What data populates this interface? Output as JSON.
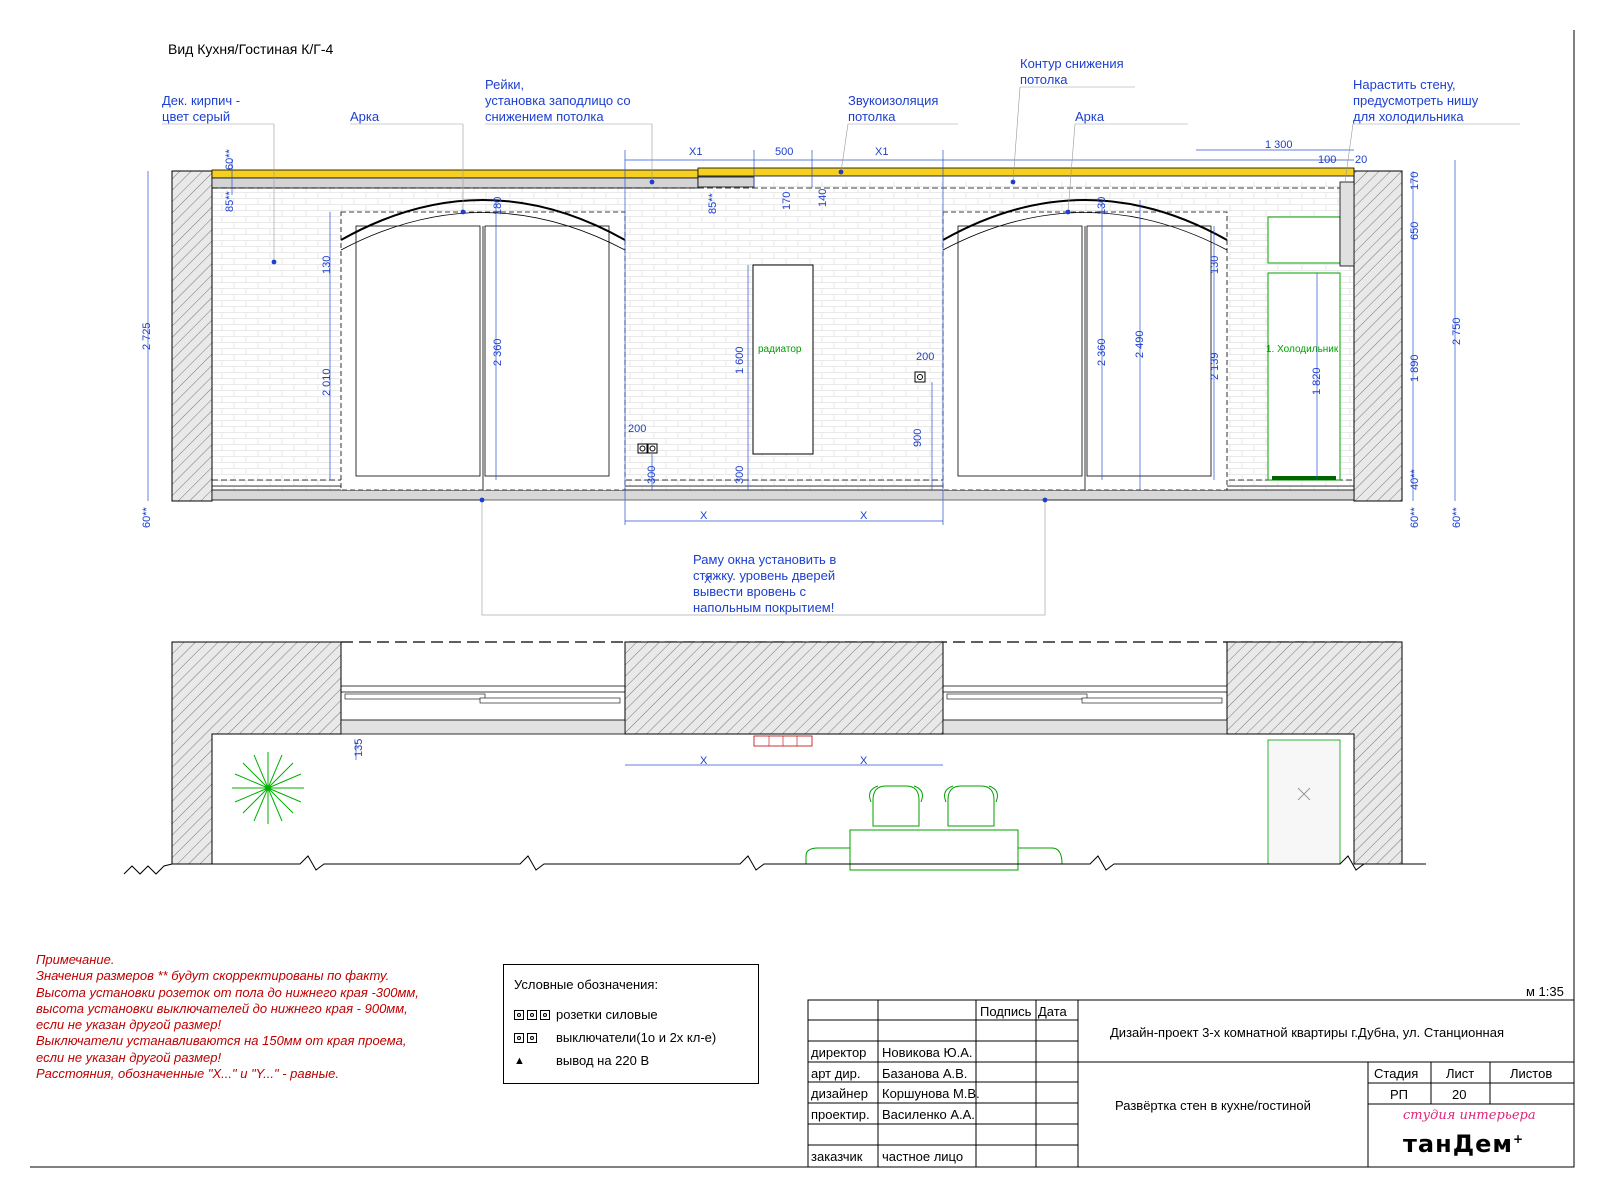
{
  "view_title": "Вид Кухня/Гостиная К/Г-4",
  "callouts": {
    "brick": [
      "Дек. кирпич -",
      "цвет серый"
    ],
    "arch_left": "Арка",
    "slats": [
      "Рейки,",
      "установка заподлицо со",
      "снижением потолка"
    ],
    "soundproof": [
      "Звукоизоляция",
      "потолка"
    ],
    "ceiling_contour": [
      "Контур снижения",
      "потолка"
    ],
    "arch_right": "Арка",
    "wall_extend": [
      "Нарастить стену,",
      "предусмотреть нишу",
      "для холодильника"
    ],
    "window_frame": [
      "Раму окна установить в",
      "стяжку. уровень дверей",
      "вывести вровень с",
      "напольным покрытием!"
    ]
  },
  "labels": {
    "radiator": "радиатор",
    "fridge": "1. Холодильник"
  },
  "dimensions": {
    "top_x1_left": "X1",
    "top_500": "500",
    "top_x1_right": "X1",
    "top_1300": "1 300",
    "top_100": "100",
    "top_20": "20",
    "left_60": "60**",
    "left_85": "85**",
    "left_2725": "2 725",
    "left_60_bottom": "60**",
    "arch_130_left": "130",
    "arch_2010": "2 010",
    "arch_180_left": "180",
    "arch_2360_left": "2 360",
    "mid_85": "85**",
    "mid_170": "170",
    "mid_140": "140",
    "mid_1600": "1 600",
    "mid_300_a": "300",
    "mid_300_b": "300",
    "socket_200_a": "200",
    "socket_200_b": "200",
    "mid_900": "900",
    "arch_130_right": "130",
    "arch_2360_right": "2 360",
    "arch_2490": "2 490",
    "arch_130_right2": "130",
    "arch_2139": "2 139",
    "fridge_1820": "1 820",
    "right_170": "170",
    "right_650": "650",
    "right_1890": "1 890",
    "right_40": "40**",
    "right_60": "60**",
    "right_2750": "2 750",
    "right_60_b": "60**",
    "floor_x_left": "X",
    "floor_x_right": "X",
    "plan_135": "135",
    "plan_x_left": "X",
    "plan_x_right": "X"
  },
  "notes": {
    "title": "Примечание.",
    "lines": [
      "Значения размеров ** будут скорректированы по факту.",
      "Высота установки розеток от пола до нижнего края -300мм,",
      "высота установки выключателей до нижнего края - 900мм,",
      "если не указан другой размер!",
      "Выключатели устанавливаются на 150мм от края проема,",
      "если не указан другой размер!",
      "Расстояния, обозначенные \"X...\" и \"Y...\" - равные."
    ]
  },
  "legend": {
    "title": "Условные обозначения:",
    "items": [
      {
        "icon": "power-socket-icon",
        "label": "розетки силовые"
      },
      {
        "icon": "switch-icon",
        "label": "выключатели(1о и 2х кл-е)"
      },
      {
        "icon": "triangle-icon",
        "symbol": "▲",
        "label": "вывод на 220 В"
      }
    ]
  },
  "scale": "м 1:35",
  "title_block": {
    "sign_header": "Подпись",
    "date_header": "Дата",
    "roles": [
      {
        "role": "директор",
        "name": "Новикова Ю.А."
      },
      {
        "role": "арт дир.",
        "name": "Базанова А.В."
      },
      {
        "role": "дизайнер",
        "name": "Коршунова М.В."
      },
      {
        "role": "проектир.",
        "name": "Василенко А.А."
      }
    ],
    "client_role": "заказчик",
    "client_name": "частное лицо",
    "project": "Дизайн-проект 3-х комнатной квартиры г.Дубна, ул. Станционная",
    "sheet_title": "Развёртка стен в кухне/гостиной",
    "stage_header": "Стадия",
    "sheet_header": "Лист",
    "sheets_header": "Листов",
    "stage": "РП",
    "sheet": "20",
    "sheets": ""
  },
  "logo": {
    "line1": "студия интерьера",
    "line2": "танДем",
    "mark": "+"
  },
  "colors": {
    "dimension": "#0000cc",
    "note": "#c00000",
    "green": "#00a000",
    "yellow": "#f5d020",
    "logo": "#e0247a"
  }
}
